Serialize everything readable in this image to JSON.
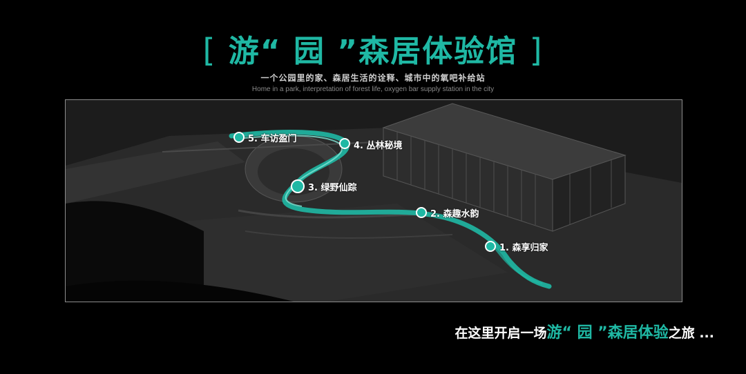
{
  "header": {
    "title_open": "[",
    "title_text": "游“ 园 ”森居体验馆",
    "title_close": "]",
    "subtitle_cn": "一个公园里的家、森居生活的诠释、城市中的氧吧补给站",
    "subtitle_en": "Home in a park, interpretation of forest life, oxygen bar supply station in the city"
  },
  "route": {
    "stops": [
      {
        "label": "1. 森享归家"
      },
      {
        "label": "2. 森趣水韵"
      },
      {
        "label": "3. 绿野仙踪"
      },
      {
        "label": "4. 丛林秘境"
      },
      {
        "label": "5. 车访盈门"
      }
    ]
  },
  "footer": {
    "tagline_pre": "在这里开启一场",
    "tagline_accent": "游“ 园 ”森居体验",
    "tagline_post": "之旅 ..."
  },
  "colors": {
    "accent": "#1fb8a4",
    "background": "#000000",
    "scene": "#1b1b1b"
  }
}
